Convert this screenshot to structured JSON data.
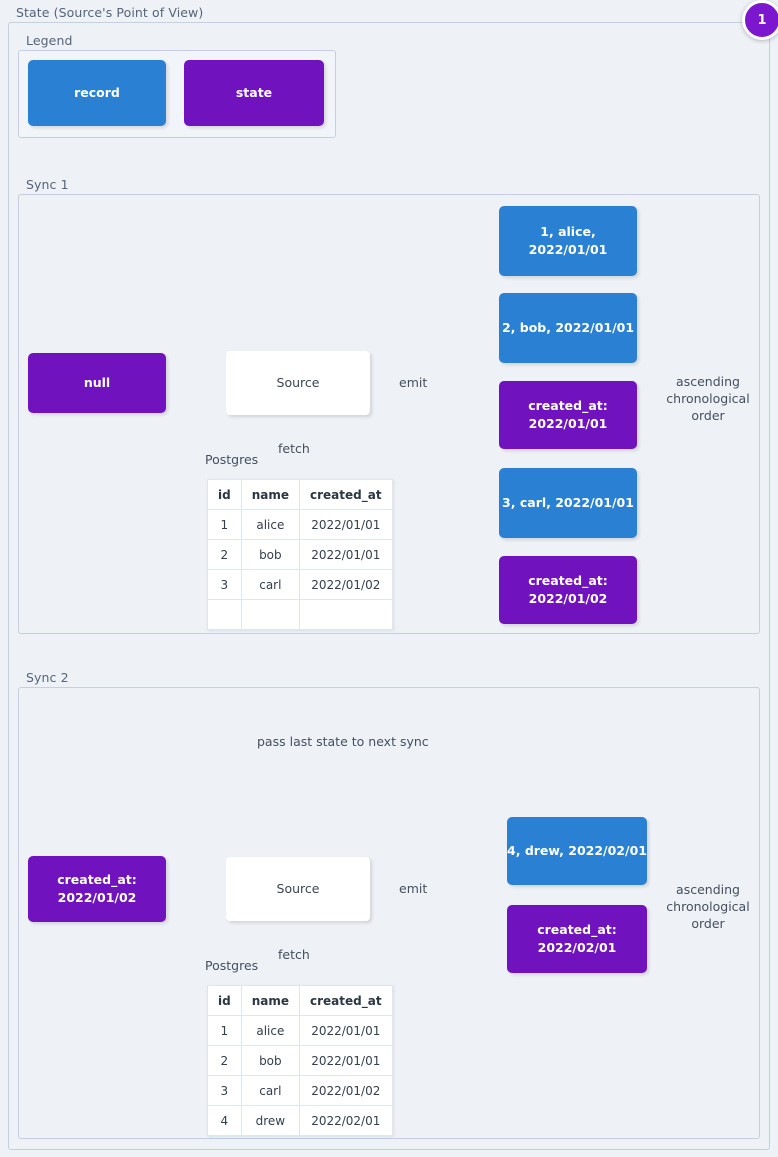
{
  "diagram": {
    "title": "State (Source's Point of View)",
    "badge": "1",
    "colors": {
      "record": "#2a80d2",
      "state": "#7012bd",
      "badge": "#7d17cf",
      "edge": "#67798c",
      "frame": "#c4d0dd",
      "background": "#eef1f5"
    }
  },
  "legend": {
    "label": "Legend",
    "items": [
      {
        "name": "record",
        "color": "#2a80d2"
      },
      {
        "name": "state",
        "color": "#7012bd"
      }
    ]
  },
  "sync1": {
    "label": "Sync 1",
    "state_in": "null",
    "source": "Source",
    "fetch_label": "fetch",
    "db_label": "Postgres",
    "emit_label": "emit",
    "order_label": "ascending\nchronological\norder",
    "order_line1": "ascending",
    "order_line2": "chronological",
    "order_line3": "order",
    "table": {
      "headers": [
        "id",
        "name",
        "created_at"
      ],
      "rows": [
        [
          "1",
          "alice",
          "2022/01/01"
        ],
        [
          "2",
          "bob",
          "2022/01/01"
        ],
        [
          "3",
          "carl",
          "2022/01/02"
        ],
        [
          "",
          "",
          ""
        ]
      ]
    },
    "emitted": [
      {
        "type": "record",
        "text": "1, alice, 2022/01/01"
      },
      {
        "type": "record",
        "text": "2, bob, 2022/01/01"
      },
      {
        "type": "state",
        "line1": "created_at:",
        "line2": "2022/01/01"
      },
      {
        "type": "record",
        "text": "3, carl, 2022/01/01"
      },
      {
        "type": "state",
        "line1": "created_at:",
        "line2": "2022/01/02"
      }
    ]
  },
  "sync2": {
    "label": "Sync 2",
    "pass_label": "pass last state to next sync",
    "state_in_line1": "created_at:",
    "state_in_line2": "2022/01/02",
    "source": "Source",
    "fetch_label": "fetch",
    "db_label": "Postgres",
    "emit_label": "emit",
    "order_line1": "ascending",
    "order_line2": "chronological",
    "order_line3": "order",
    "table": {
      "headers": [
        "id",
        "name",
        "created_at"
      ],
      "rows": [
        [
          "1",
          "alice",
          "2022/01/01"
        ],
        [
          "2",
          "bob",
          "2022/01/01"
        ],
        [
          "3",
          "carl",
          "2022/01/02"
        ],
        [
          "4",
          "drew",
          "2022/02/01"
        ]
      ]
    },
    "emitted": [
      {
        "type": "record",
        "text": "4, drew, 2022/02/01"
      },
      {
        "type": "state",
        "line1": "created_at:",
        "line2": "2022/02/01"
      }
    ]
  }
}
